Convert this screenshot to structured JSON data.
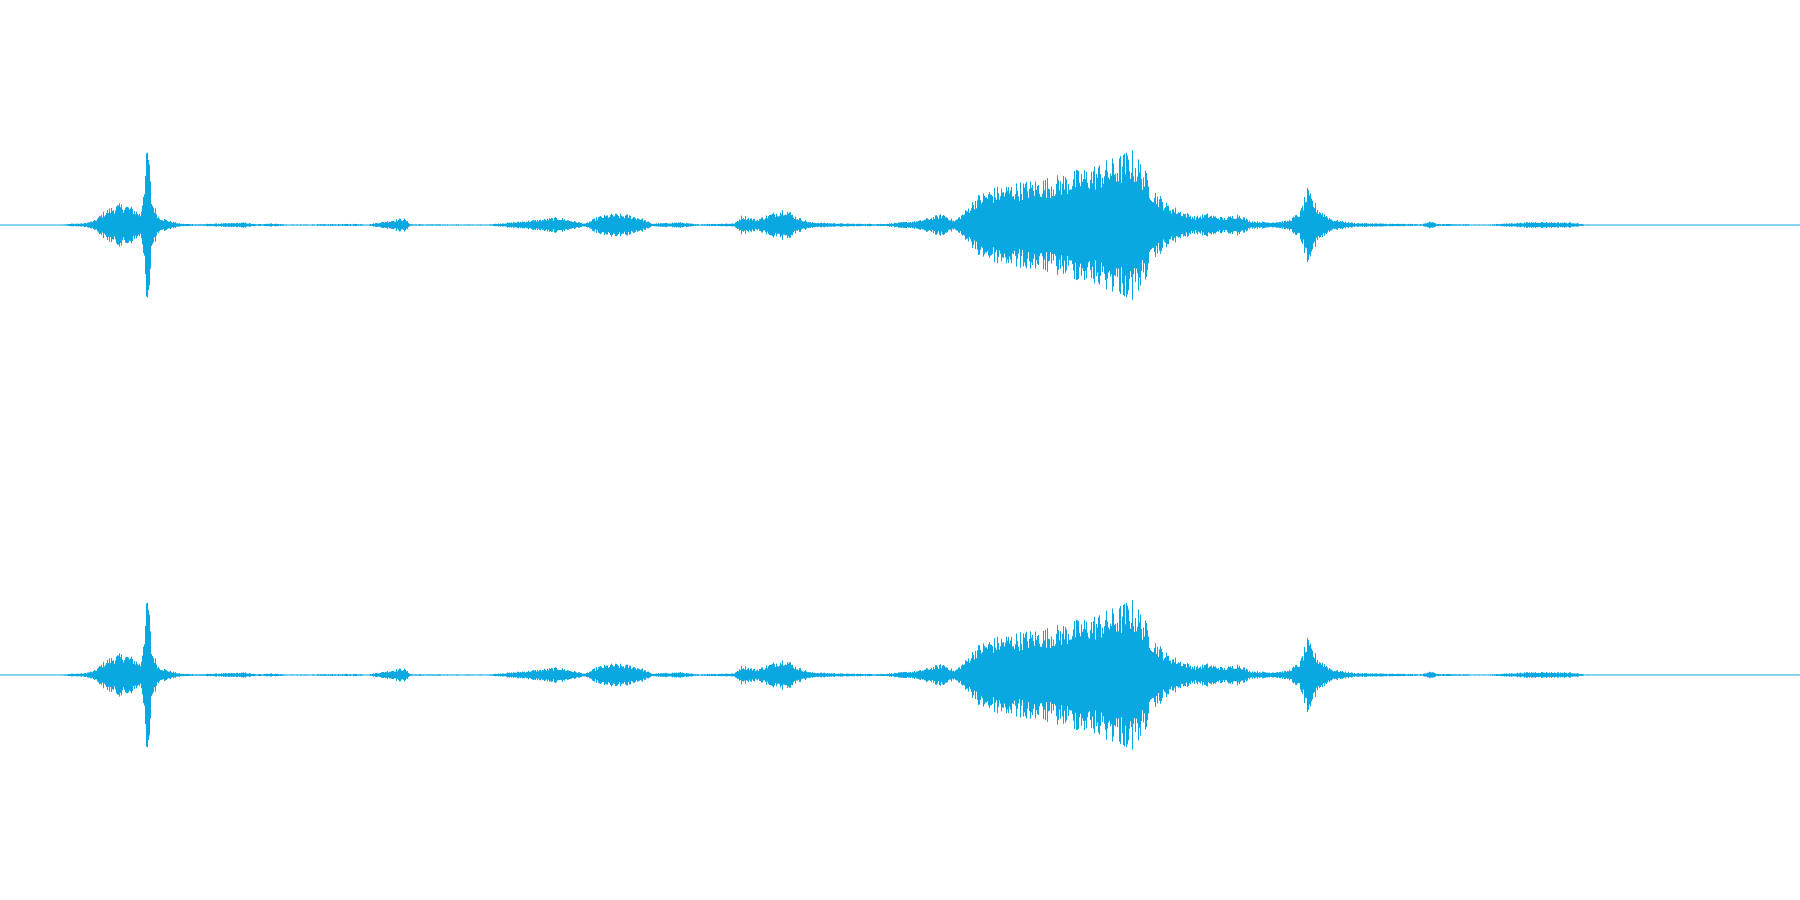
{
  "waveform": {
    "color": "#0aa8e0",
    "channels": [
      {
        "id": "channel-1"
      },
      {
        "id": "channel-2"
      }
    ],
    "envelope": [
      [
        0.0,
        0.002
      ],
      [
        0.034,
        0.004
      ],
      [
        0.04,
        0.01
      ],
      [
        0.046,
        0.012
      ],
      [
        0.052,
        0.03
      ],
      [
        0.058,
        0.1
      ],
      [
        0.064,
        0.14
      ],
      [
        0.069,
        0.15
      ],
      [
        0.074,
        0.12
      ],
      [
        0.078,
        0.08
      ],
      [
        0.082,
        0.6
      ],
      [
        0.084,
        0.18
      ],
      [
        0.088,
        0.06
      ],
      [
        0.094,
        0.03
      ],
      [
        0.1,
        0.01
      ],
      [
        0.11,
        0.006
      ],
      [
        0.136,
        0.018
      ],
      [
        0.142,
        0.006
      ],
      [
        0.15,
        0.012
      ],
      [
        0.16,
        0.004
      ],
      [
        0.198,
        0.008
      ],
      [
        0.204,
        0.004
      ],
      [
        0.224,
        0.05
      ],
      [
        0.228,
        0.006
      ],
      [
        0.27,
        0.004
      ],
      [
        0.285,
        0.02
      ],
      [
        0.3,
        0.04
      ],
      [
        0.31,
        0.055
      ],
      [
        0.318,
        0.03
      ],
      [
        0.325,
        0.01
      ],
      [
        0.332,
        0.06
      ],
      [
        0.34,
        0.08
      ],
      [
        0.35,
        0.07
      ],
      [
        0.356,
        0.05
      ],
      [
        0.362,
        0.01
      ],
      [
        0.378,
        0.02
      ],
      [
        0.386,
        0.006
      ],
      [
        0.408,
        0.012
      ],
      [
        0.412,
        0.07
      ],
      [
        0.42,
        0.04
      ],
      [
        0.43,
        0.09
      ],
      [
        0.436,
        0.12
      ],
      [
        0.442,
        0.06
      ],
      [
        0.45,
        0.02
      ],
      [
        0.47,
        0.01
      ],
      [
        0.49,
        0.008
      ],
      [
        0.51,
        0.03
      ],
      [
        0.518,
        0.06
      ],
      [
        0.524,
        0.08
      ],
      [
        0.53,
        0.03
      ],
      [
        0.536,
        0.1
      ],
      [
        0.542,
        0.2
      ],
      [
        0.55,
        0.25
      ],
      [
        0.56,
        0.28
      ],
      [
        0.57,
        0.3
      ],
      [
        0.585,
        0.33
      ],
      [
        0.6,
        0.38
      ],
      [
        0.61,
        0.42
      ],
      [
        0.62,
        0.46
      ],
      [
        0.628,
        0.52
      ],
      [
        0.634,
        0.43
      ],
      [
        0.64,
        0.26
      ],
      [
        0.648,
        0.15
      ],
      [
        0.656,
        0.1
      ],
      [
        0.664,
        0.06
      ],
      [
        0.67,
        0.08
      ],
      [
        0.68,
        0.05
      ],
      [
        0.688,
        0.08
      ],
      [
        0.694,
        0.03
      ],
      [
        0.705,
        0.02
      ],
      [
        0.715,
        0.03
      ],
      [
        0.722,
        0.09
      ],
      [
        0.726,
        0.25
      ],
      [
        0.732,
        0.12
      ],
      [
        0.74,
        0.04
      ],
      [
        0.752,
        0.015
      ],
      [
        0.77,
        0.01
      ],
      [
        0.79,
        0.006
      ],
      [
        0.794,
        0.03
      ],
      [
        0.798,
        0.008
      ],
      [
        0.826,
        0.004
      ],
      [
        0.852,
        0.022
      ],
      [
        0.874,
        0.018
      ],
      [
        0.88,
        0.004
      ],
      [
        0.9,
        0.002
      ],
      [
        1.0,
        0.002
      ]
    ]
  }
}
